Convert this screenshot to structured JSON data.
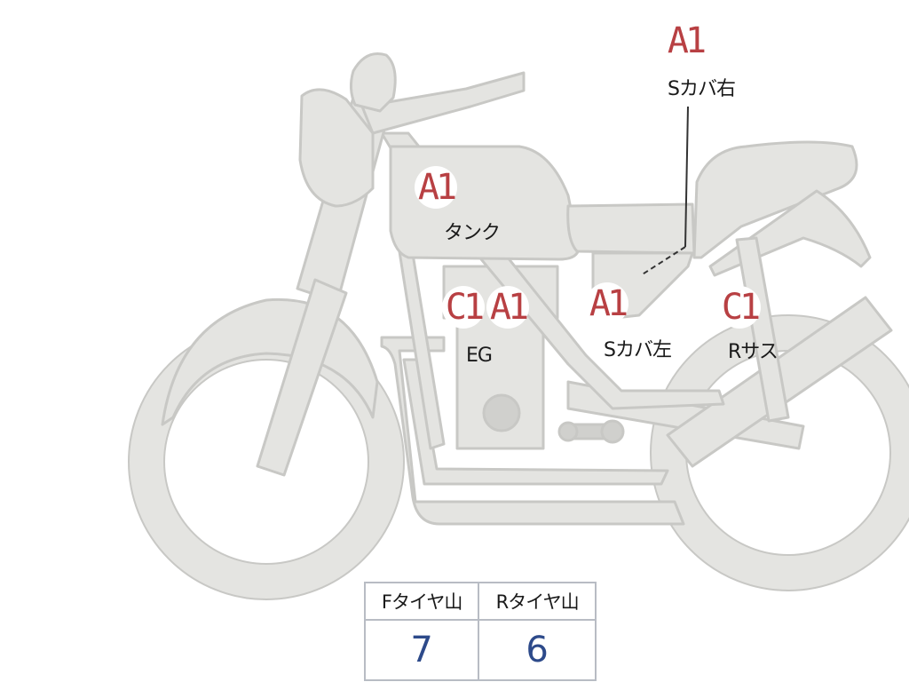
{
  "colors": {
    "body_fill": "#e4e4e1",
    "body_stroke": "#c8c8c5",
    "grade_text": "#b84043",
    "tire_value_text": "#2d4a8a",
    "table_border": "#b8bcc4"
  },
  "callouts": [
    {
      "id": "s-cover-right",
      "grade": "A1",
      "label": "Sカバ右"
    },
    {
      "id": "tank",
      "grade": "A1",
      "label": "タンク"
    },
    {
      "id": "engine",
      "grades": [
        "C1",
        "A1"
      ],
      "label": "EG"
    },
    {
      "id": "s-cover-left",
      "grade": "A1",
      "label": "Sカバ左"
    },
    {
      "id": "rear-suspension",
      "grade": "C1",
      "label": "Rサス"
    }
  ],
  "tire_table": {
    "headers": [
      "Fタイヤ山",
      "Rタイヤ山"
    ],
    "values": [
      "7",
      "6"
    ]
  }
}
